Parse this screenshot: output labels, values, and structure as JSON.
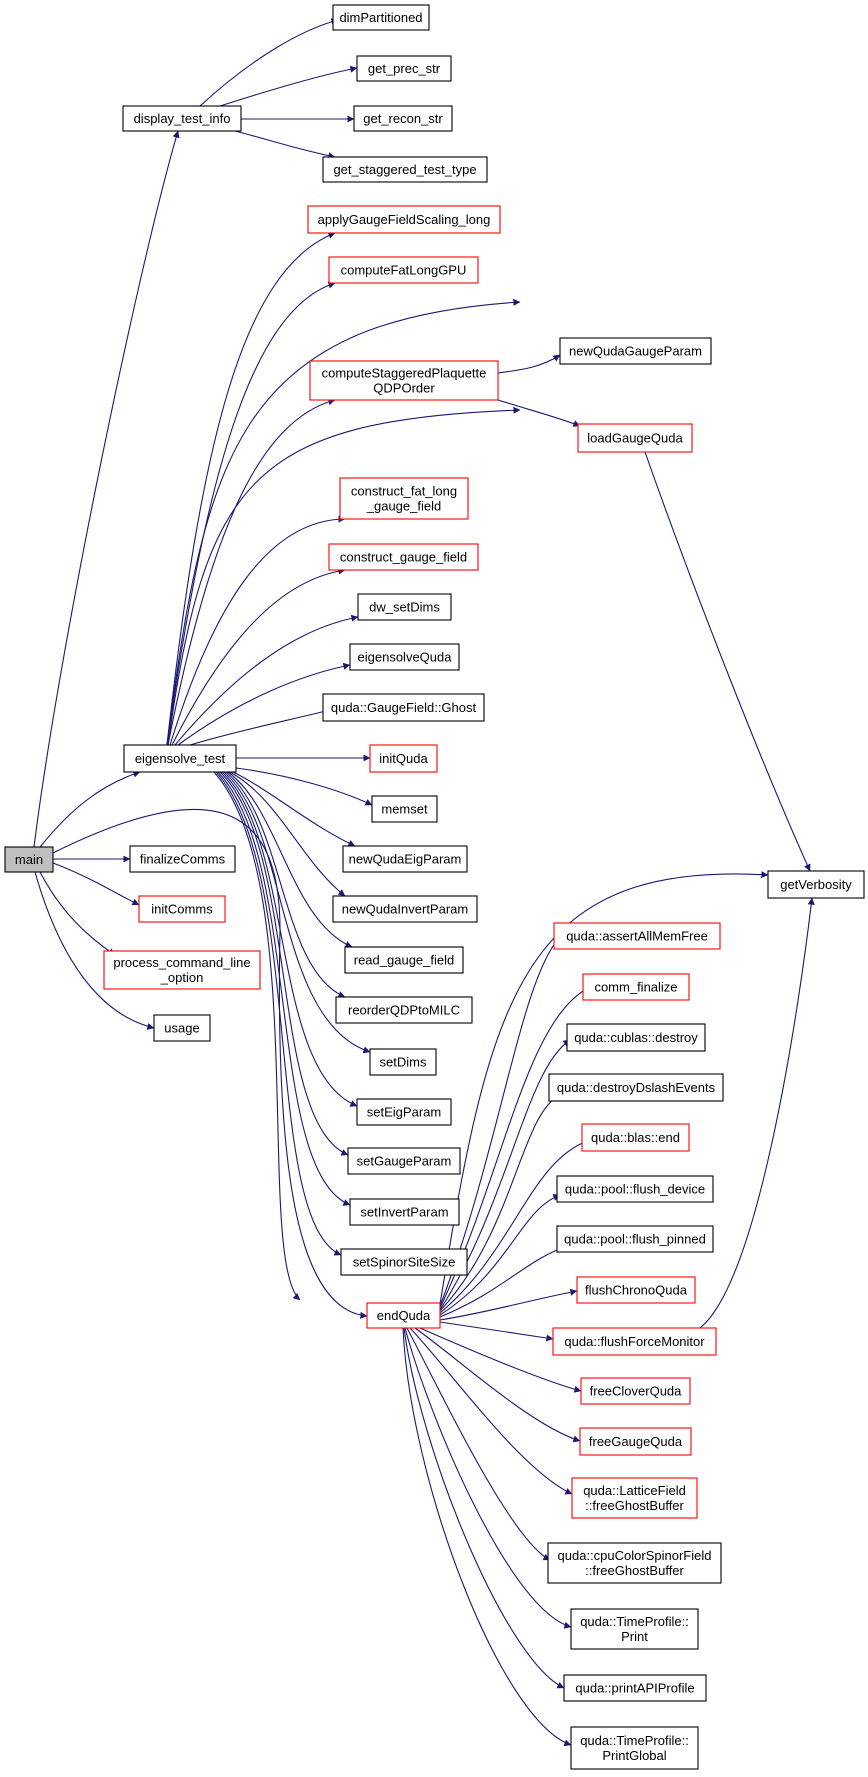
{
  "graph": {
    "nodes": {
      "main": {
        "lines": [
          "main"
        ],
        "style": "gray"
      },
      "display_test_info": {
        "lines": [
          "display_test_info"
        ],
        "style": "black"
      },
      "dimPartitioned": {
        "lines": [
          "dimPartitioned"
        ],
        "style": "black"
      },
      "get_prec_str": {
        "lines": [
          "get_prec_str"
        ],
        "style": "black"
      },
      "get_recon_str": {
        "lines": [
          "get_recon_str"
        ],
        "style": "black"
      },
      "get_staggered_test_type": {
        "lines": [
          "get_staggered_test_type"
        ],
        "style": "black"
      },
      "applyGaugeFieldScaling_long": {
        "lines": [
          "applyGaugeFieldScaling_long"
        ],
        "style": "red"
      },
      "computeFatLongGPU": {
        "lines": [
          "computeFatLongGPU"
        ],
        "style": "red"
      },
      "newQudaGaugeParam": {
        "lines": [
          "newQudaGaugeParam"
        ],
        "style": "black"
      },
      "computeStaggeredPlaquetteQDPOrder": {
        "lines": [
          "computeStaggeredPlaquette",
          "QDPOrder"
        ],
        "style": "red"
      },
      "loadGaugeQuda": {
        "lines": [
          "loadGaugeQuda"
        ],
        "style": "red"
      },
      "construct_fat_long_gauge_field": {
        "lines": [
          "construct_fat_long",
          "_gauge_field"
        ],
        "style": "red"
      },
      "construct_gauge_field": {
        "lines": [
          "construct_gauge_field"
        ],
        "style": "red"
      },
      "dw_setDims": {
        "lines": [
          "dw_setDims"
        ],
        "style": "black"
      },
      "eigensolveQuda": {
        "lines": [
          "eigensolveQuda"
        ],
        "style": "black"
      },
      "GaugeFieldGhost": {
        "lines": [
          "quda::GaugeField::Ghost"
        ],
        "style": "black"
      },
      "eigensolve_test": {
        "lines": [
          "eigensolve_test"
        ],
        "style": "black"
      },
      "initQuda": {
        "lines": [
          "initQuda"
        ],
        "style": "red"
      },
      "memset": {
        "lines": [
          "memset"
        ],
        "style": "black"
      },
      "newQudaEigParam": {
        "lines": [
          "newQudaEigParam"
        ],
        "style": "black"
      },
      "newQudaInvertParam": {
        "lines": [
          "newQudaInvertParam"
        ],
        "style": "black"
      },
      "read_gauge_field": {
        "lines": [
          "read_gauge_field"
        ],
        "style": "black"
      },
      "reorderQDPtoMILC": {
        "lines": [
          "reorderQDPtoMILC"
        ],
        "style": "black"
      },
      "setDims": {
        "lines": [
          "setDims"
        ],
        "style": "black"
      },
      "setEigParam": {
        "lines": [
          "setEigParam"
        ],
        "style": "black"
      },
      "setGaugeParam": {
        "lines": [
          "setGaugeParam"
        ],
        "style": "black"
      },
      "setInvertParam": {
        "lines": [
          "setInvertParam"
        ],
        "style": "black"
      },
      "setSpinorSiteSize": {
        "lines": [
          "setSpinorSiteSize"
        ],
        "style": "black"
      },
      "endQuda": {
        "lines": [
          "endQuda"
        ],
        "style": "red"
      },
      "finalizeComms": {
        "lines": [
          "finalizeComms"
        ],
        "style": "black"
      },
      "initComms": {
        "lines": [
          "initComms"
        ],
        "style": "red"
      },
      "process_command_line_option": {
        "lines": [
          "process_command_line",
          "_option"
        ],
        "style": "red"
      },
      "usage": {
        "lines": [
          "usage"
        ],
        "style": "black"
      },
      "getVerbosity": {
        "lines": [
          "getVerbosity"
        ],
        "style": "black"
      },
      "assertAllMemFree": {
        "lines": [
          "quda::assertAllMemFree"
        ],
        "style": "red"
      },
      "comm_finalize": {
        "lines": [
          "comm_finalize"
        ],
        "style": "red"
      },
      "cublasDestroy": {
        "lines": [
          "quda::cublas::destroy"
        ],
        "style": "black"
      },
      "destroyDslashEvents": {
        "lines": [
          "quda::destroyDslashEvents"
        ],
        "style": "black"
      },
      "blasEnd": {
        "lines": [
          "quda::blas::end"
        ],
        "style": "red"
      },
      "flushDevice": {
        "lines": [
          "quda::pool::flush_device"
        ],
        "style": "black"
      },
      "flushPinned": {
        "lines": [
          "quda::pool::flush_pinned"
        ],
        "style": "black"
      },
      "flushChronoQuda": {
        "lines": [
          "flushChronoQuda"
        ],
        "style": "red"
      },
      "flushForceMonitor": {
        "lines": [
          "quda::flushForceMonitor"
        ],
        "style": "red"
      },
      "freeCloverQuda": {
        "lines": [
          "freeCloverQuda"
        ],
        "style": "red"
      },
      "freeGaugeQuda": {
        "lines": [
          "freeGaugeQuda"
        ],
        "style": "red"
      },
      "latticeFreeGhost": {
        "lines": [
          "quda::LatticeField",
          "::freeGhostBuffer"
        ],
        "style": "red"
      },
      "cpuColorFreeGhost": {
        "lines": [
          "quda::cpuColorSpinorField",
          "::freeGhostBuffer"
        ],
        "style": "black"
      },
      "timeProfilePrint": {
        "lines": [
          "quda::TimeProfile::",
          "Print"
        ],
        "style": "black"
      },
      "printAPIProfile": {
        "lines": [
          "quda::printAPIProfile"
        ],
        "style": "black"
      },
      "timeProfilePrintGlobal": {
        "lines": [
          "quda::TimeProfile::",
          "PrintGlobal"
        ],
        "style": "black"
      }
    },
    "edges": [
      [
        "main",
        "display_test_info"
      ],
      [
        "main",
        "eigensolve_test"
      ],
      [
        "main",
        "endQuda"
      ],
      [
        "main",
        "finalizeComms"
      ],
      [
        "main",
        "initComms"
      ],
      [
        "main",
        "process_command_line_option"
      ],
      [
        "main",
        "usage"
      ],
      [
        "display_test_info",
        "dimPartitioned"
      ],
      [
        "display_test_info",
        "get_prec_str"
      ],
      [
        "display_test_info",
        "get_recon_str"
      ],
      [
        "display_test_info",
        "get_staggered_test_type"
      ],
      [
        "eigensolve_test",
        "applyGaugeFieldScaling_long"
      ],
      [
        "eigensolve_test",
        "computeFatLongGPU"
      ],
      [
        "eigensolve_test",
        "newQudaGaugeParam"
      ],
      [
        "eigensolve_test",
        "computeStaggeredPlaquetteQDPOrder"
      ],
      [
        "eigensolve_test",
        "loadGaugeQuda"
      ],
      [
        "eigensolve_test",
        "construct_fat_long_gauge_field"
      ],
      [
        "eigensolve_test",
        "construct_gauge_field"
      ],
      [
        "eigensolve_test",
        "dw_setDims"
      ],
      [
        "eigensolve_test",
        "eigensolveQuda"
      ],
      [
        "eigensolve_test",
        "GaugeFieldGhost"
      ],
      [
        "eigensolve_test",
        "initQuda"
      ],
      [
        "eigensolve_test",
        "memset"
      ],
      [
        "eigensolve_test",
        "newQudaEigParam"
      ],
      [
        "eigensolve_test",
        "newQudaInvertParam"
      ],
      [
        "eigensolve_test",
        "read_gauge_field"
      ],
      [
        "eigensolve_test",
        "reorderQDPtoMILC"
      ],
      [
        "eigensolve_test",
        "setDims"
      ],
      [
        "eigensolve_test",
        "setEigParam"
      ],
      [
        "eigensolve_test",
        "setGaugeParam"
      ],
      [
        "eigensolve_test",
        "setInvertParam"
      ],
      [
        "eigensolve_test",
        "setSpinorSiteSize"
      ],
      [
        "eigensolve_test",
        "endQuda"
      ],
      [
        "computeStaggeredPlaquetteQDPOrder",
        "newQudaGaugeParam"
      ],
      [
        "computeStaggeredPlaquetteQDPOrder",
        "loadGaugeQuda"
      ],
      [
        "loadGaugeQuda",
        "getVerbosity"
      ],
      [
        "endQuda",
        "getVerbosity"
      ],
      [
        "endQuda",
        "assertAllMemFree"
      ],
      [
        "endQuda",
        "comm_finalize"
      ],
      [
        "endQuda",
        "cublasDestroy"
      ],
      [
        "endQuda",
        "destroyDslashEvents"
      ],
      [
        "endQuda",
        "blasEnd"
      ],
      [
        "endQuda",
        "flushDevice"
      ],
      [
        "endQuda",
        "flushPinned"
      ],
      [
        "endQuda",
        "flushChronoQuda"
      ],
      [
        "endQuda",
        "flushForceMonitor"
      ],
      [
        "endQuda",
        "freeCloverQuda"
      ],
      [
        "endQuda",
        "freeGaugeQuda"
      ],
      [
        "endQuda",
        "latticeFreeGhost"
      ],
      [
        "endQuda",
        "cpuColorFreeGhost"
      ],
      [
        "endQuda",
        "timeProfilePrint"
      ],
      [
        "endQuda",
        "printAPIProfile"
      ],
      [
        "endQuda",
        "timeProfilePrintGlobal"
      ],
      [
        "flushForceMonitor",
        "getVerbosity"
      ]
    ],
    "colors": {
      "edge": "#191970",
      "red_border": "#ff0000",
      "black_border": "#000000",
      "root_fill": "#bfbfbf"
    }
  }
}
